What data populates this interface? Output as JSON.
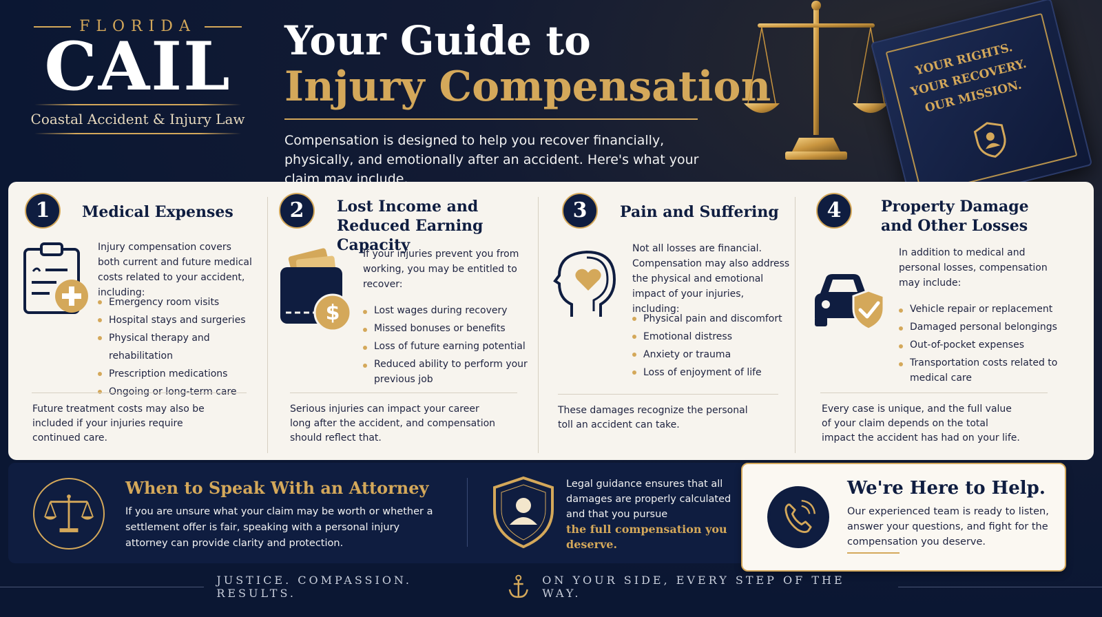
{
  "logo": {
    "state": "FLORIDA",
    "brand": "CAIL",
    "tagline": "Coastal Accident & Injury Law"
  },
  "hero": {
    "title_line1": "Your Guide to",
    "title_line2": "Injury Compensation",
    "subtitle": "Compensation is designed to help you recover financially, physically, and emotionally after an accident. Here's what your claim may include."
  },
  "book": {
    "line1": "YOUR RIGHTS.",
    "line2": "YOUR RECOVERY.",
    "line3": "OUR MISSION."
  },
  "cards": [
    {
      "number": "1",
      "title": "Medical Expenses",
      "title_line2": "",
      "icon": "clipboard-plus-icon",
      "description": "Injury compensation covers both current and future medical costs related to your accident, including:",
      "bullets": [
        "Emergency room visits",
        "Hospital stays and surgeries",
        "Physical therapy and rehabilitation",
        "Prescription medications",
        "Ongoing or long-term care"
      ],
      "footer": "Future treatment costs may also be included if your injuries require continued care."
    },
    {
      "number": "2",
      "title": "Lost Income and",
      "title_line2": "Reduced Earning Capacity",
      "icon": "wallet-dollar-icon",
      "description": "If your injuries prevent you from working, you may be entitled to recover:",
      "bullets": [
        "Lost wages during recovery",
        "Missed bonuses or benefits",
        "Loss of future earning potential",
        "Reduced ability to perform your previous job"
      ],
      "footer": "Serious injuries can impact your career long after the accident, and compensation should reflect that."
    },
    {
      "number": "3",
      "title": "Pain and Suffering",
      "title_line2": "",
      "icon": "head-heart-icon",
      "description": "Not all losses are financial. Compensation may also address the physical and emotional impact of your injuries, including:",
      "bullets": [
        "Physical pain and discomfort",
        "Emotional distress",
        "Anxiety or trauma",
        "Loss of enjoyment of life"
      ],
      "footer": "These damages recognize the personal toll an accident can take."
    },
    {
      "number": "4",
      "title": "Property Damage",
      "title_line2": "and Other Losses",
      "icon": "car-shield-icon",
      "description": "In addition to medical and personal losses, compensation may include:",
      "bullets": [
        "Vehicle repair or replacement",
        "Damaged personal belongings",
        "Out-of-pocket expenses",
        "Transportation costs related to medical care"
      ],
      "footer": "Every case is unique, and the full value of your claim depends on the total impact the accident has had on your life."
    }
  ],
  "attorney": {
    "title": "When to Speak With an Attorney",
    "text": "If you are unsure what your claim may be worth or whether a settlement offer is fair, speaking with a personal injury attorney can provide clarity and protection.",
    "guidance": "Legal guidance ensures that all damages are properly calculated and that you pursue",
    "guidance_emphasis": "the full compensation you deserve."
  },
  "help": {
    "title": "We're Here to Help.",
    "text": "Our experienced team is ready to listen, answer your questions, and fight for the compensation you deserve."
  },
  "footer": {
    "left": "JUSTICE. COMPASSION. RESULTS.",
    "right": "ON YOUR SIDE, EVERY STEP OF THE WAY."
  },
  "colors": {
    "navy": "#0f1d40",
    "gold": "#d4a85a",
    "cream": "#f7f4ee"
  }
}
